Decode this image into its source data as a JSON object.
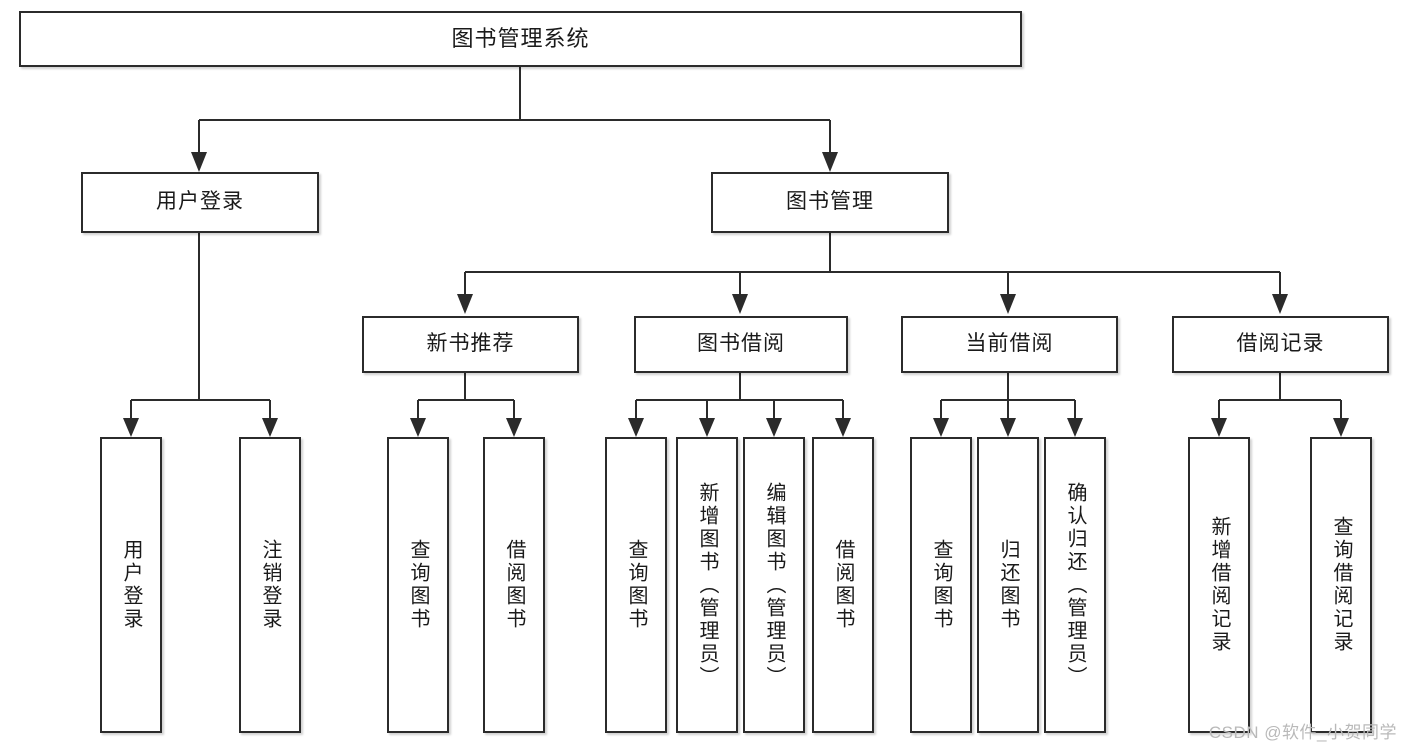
{
  "diagram": {
    "title": "图书管理系统",
    "type": "hierarchy-tree",
    "watermark": "CSDN @软件_小贺同学",
    "colors": {
      "stroke": "#2b2b2b",
      "fill": "#ffffff",
      "text": "#1a1a1a",
      "watermark": "#b9b9b9"
    },
    "nodes": {
      "root": {
        "label": "图书管理系统",
        "level": 0
      },
      "l1": [
        {
          "id": "user-login",
          "label": "用户登录"
        },
        {
          "id": "book-management",
          "label": "图书管理"
        }
      ],
      "l2": [
        {
          "id": "new-book-recommend",
          "label": "新书推荐"
        },
        {
          "id": "book-borrow",
          "label": "图书借阅"
        },
        {
          "id": "current-borrow",
          "label": "当前借阅"
        },
        {
          "id": "borrow-record",
          "label": "借阅记录"
        }
      ],
      "leaves": {
        "user_login": [
          {
            "id": "leaf-user-login",
            "label": "用户登录"
          },
          {
            "id": "leaf-logout-login",
            "label": "注销登录"
          }
        ],
        "new_book_recommend": [
          {
            "id": "leaf-query-book-1",
            "label": "查询图书"
          },
          {
            "id": "leaf-borrow-book-1",
            "label": "借阅图书"
          }
        ],
        "book_borrow": [
          {
            "id": "leaf-query-book-2",
            "label": "查询图书"
          },
          {
            "id": "leaf-add-book",
            "label": "新增图书（管理员）"
          },
          {
            "id": "leaf-edit-book",
            "label": "编辑图书（管理员）"
          },
          {
            "id": "leaf-borrow-book-2",
            "label": "借阅图书"
          }
        ],
        "current_borrow": [
          {
            "id": "leaf-query-book-3",
            "label": "查询图书"
          },
          {
            "id": "leaf-return-book",
            "label": "归还图书"
          },
          {
            "id": "leaf-confirm-return",
            "label": "确认归还（管理员）"
          }
        ],
        "borrow_record": [
          {
            "id": "leaf-add-record",
            "label": "新增借阅记录"
          },
          {
            "id": "leaf-query-record",
            "label": "查询借阅记录"
          }
        ]
      }
    }
  }
}
